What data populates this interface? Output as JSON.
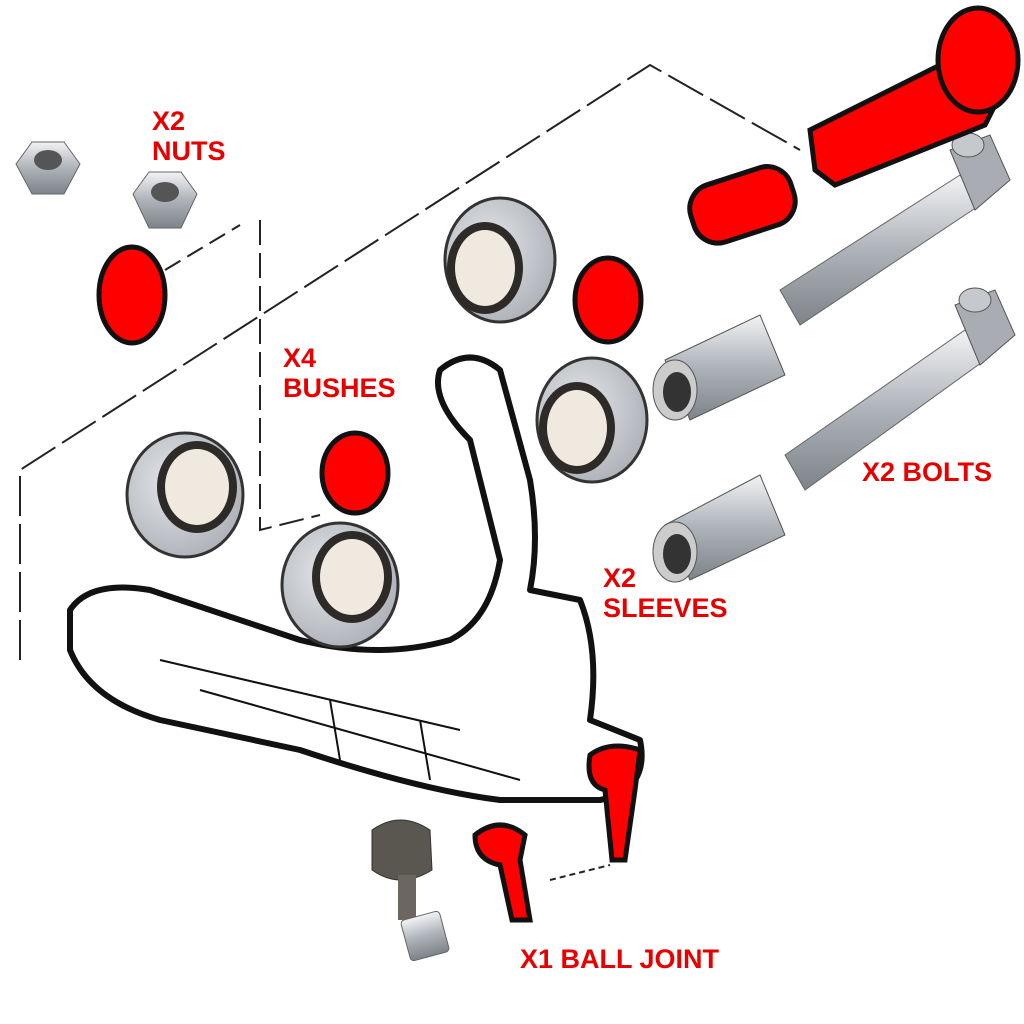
{
  "labels": {
    "nuts": [
      "X2",
      "NUTS"
    ],
    "bushes": [
      "X4",
      "BUSHES"
    ],
    "bolts": "X2 BOLTS",
    "sleeves": [
      "X2",
      "SLEEVES"
    ],
    "ball_joint": "X1 BALL JOINT"
  },
  "colors": {
    "label": "#e60000",
    "highlight": "#ff0000",
    "outline": "#111111",
    "bush_rubber": "#c9ccd1",
    "metal": "#b8bcc2"
  }
}
